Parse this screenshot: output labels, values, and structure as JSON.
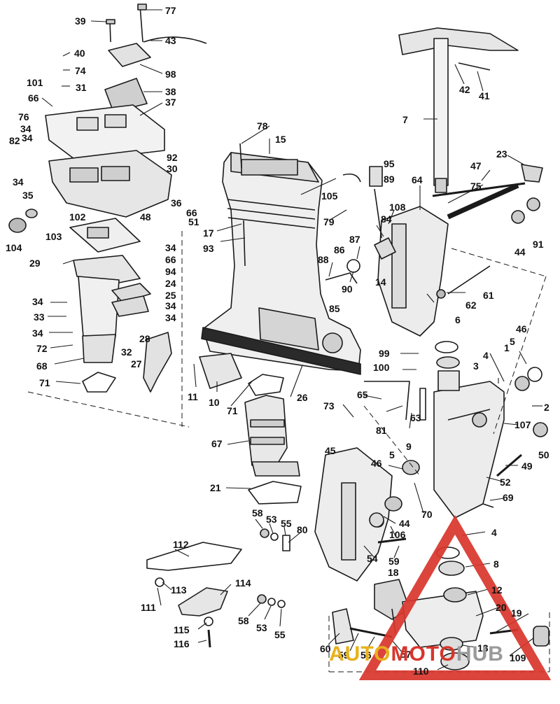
{
  "callouts": [
    "1",
    "2",
    "3",
    "4",
    "4",
    "5",
    "5",
    "6",
    "7",
    "8",
    "9",
    "10",
    "11",
    "12",
    "13",
    "14",
    "15",
    "17",
    "18",
    "19",
    "20",
    "21",
    "23",
    "24",
    "25",
    "26",
    "27",
    "28",
    "29",
    "30",
    "31",
    "32",
    "33",
    "34",
    "34",
    "34",
    "34",
    "34",
    "34",
    "34",
    "34",
    "35",
    "36",
    "37",
    "38",
    "39",
    "40",
    "41",
    "42",
    "43",
    "44",
    "44",
    "45",
    "46",
    "46",
    "47",
    "48",
    "49",
    "50",
    "51",
    "52",
    "53",
    "53",
    "54",
    "55",
    "55",
    "56",
    "57",
    "58",
    "58",
    "59",
    "59",
    "60",
    "61",
    "62",
    "63",
    "64",
    "65",
    "66",
    "66",
    "66",
    "67",
    "68",
    "69",
    "70",
    "71",
    "71",
    "72",
    "73",
    "74",
    "75",
    "76",
    "77",
    "78",
    "79",
    "80",
    "81",
    "82",
    "84",
    "85",
    "86",
    "87",
    "88",
    "89",
    "90",
    "91",
    "92",
    "93",
    "94",
    "95",
    "98",
    "99",
    "100",
    "101",
    "102",
    "103",
    "104",
    "105",
    "106",
    "107",
    "108",
    "109",
    "110",
    "111",
    "112",
    "113",
    "114",
    "115",
    "116"
  ],
  "watermark": {
    "part1": "AUTO",
    "part2": "MOTO",
    "part3": "HUB"
  },
  "colors": {
    "line": "#1a1a1a",
    "part_fill": "#e9e9e9",
    "part_shade": "#bdbdbd",
    "watermark_red": "#d8352b",
    "watermark_yellow": "#e8b21c",
    "watermark_gray": "#9a9a9a"
  }
}
